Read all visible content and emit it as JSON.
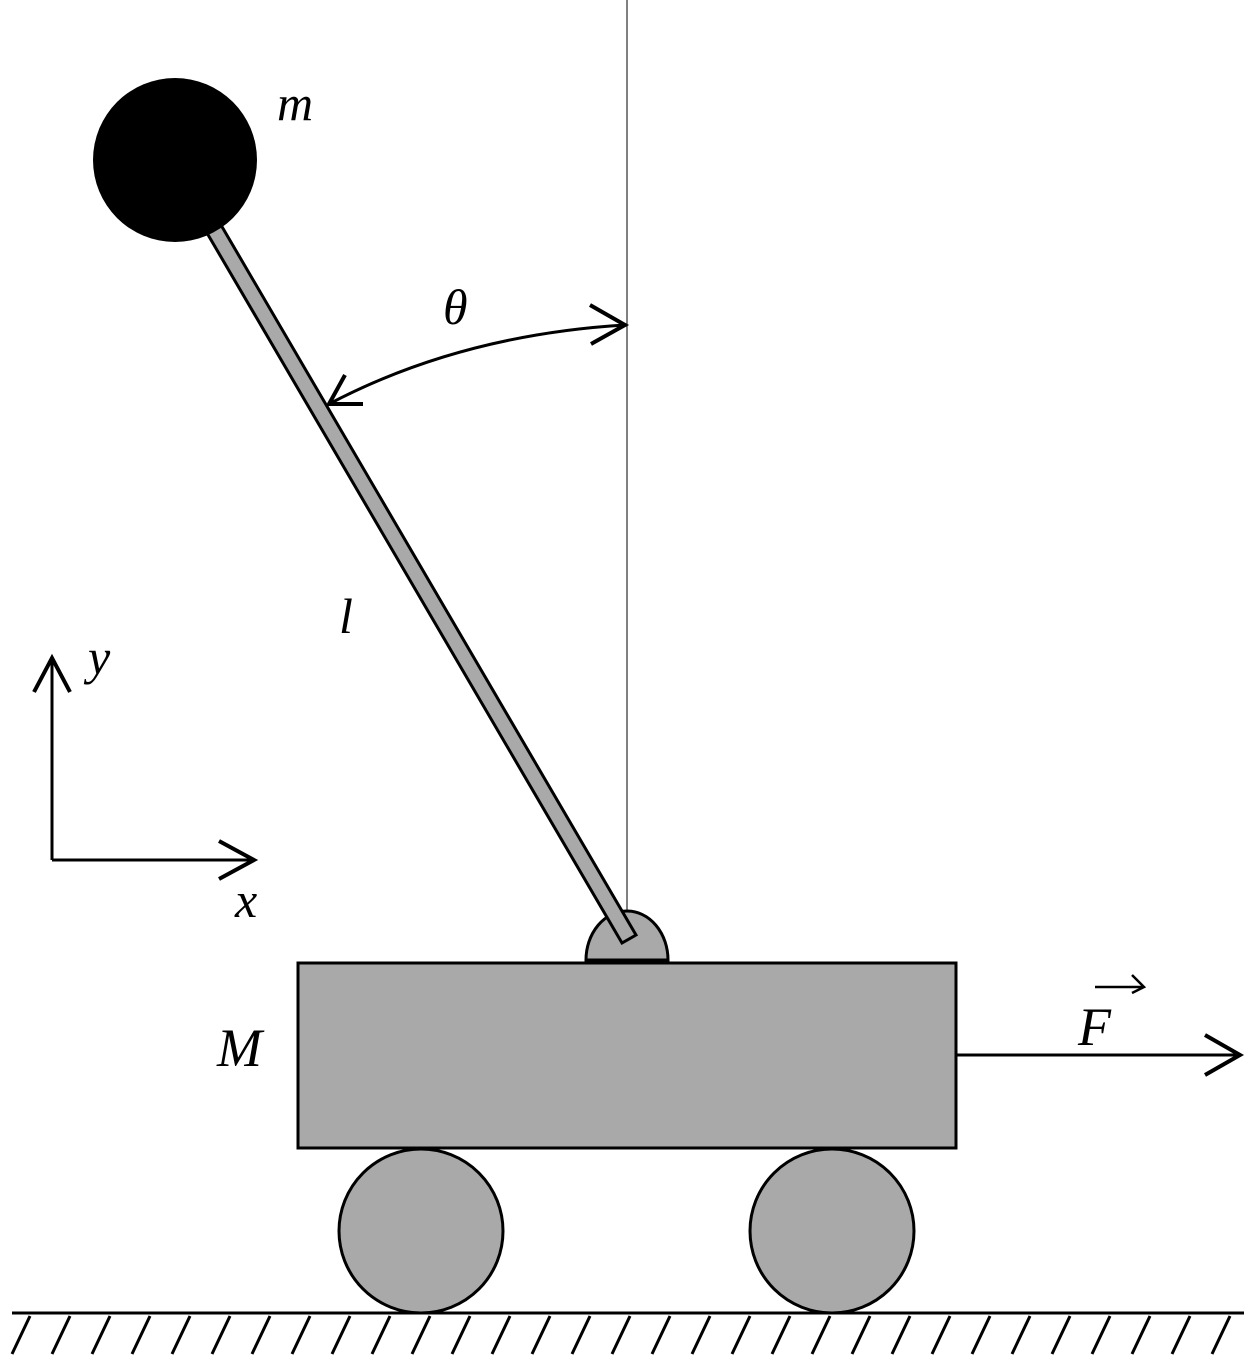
{
  "labels": {
    "pendulum_mass": "m",
    "angle": "θ",
    "rod_length": "l",
    "axis_y": "y",
    "axis_x": "x",
    "cart_mass": "M",
    "force": "F"
  },
  "colors": {
    "body_fill": "#a9a9a9",
    "stroke": "#000000",
    "bob_fill": "#000000",
    "background": "#ffffff"
  }
}
